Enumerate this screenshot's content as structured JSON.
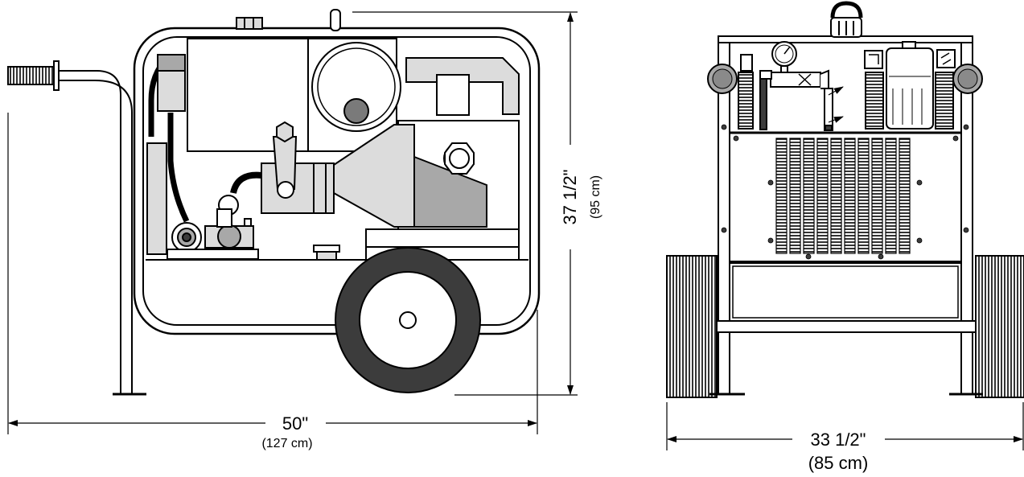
{
  "side_view": {
    "width_label": "50\"",
    "width_metric": "(127 cm)",
    "height_label": "37 1/2\"",
    "height_metric": "(95 cm)"
  },
  "front_view": {
    "width_label": "33 1/2\"",
    "width_metric": "(85 cm)"
  },
  "colors": {
    "line": "#000000",
    "light_gray": "#dcdcdc",
    "mid_gray": "#a8a8a8",
    "dark_gray": "#3c3c3c",
    "white": "#ffffff"
  }
}
